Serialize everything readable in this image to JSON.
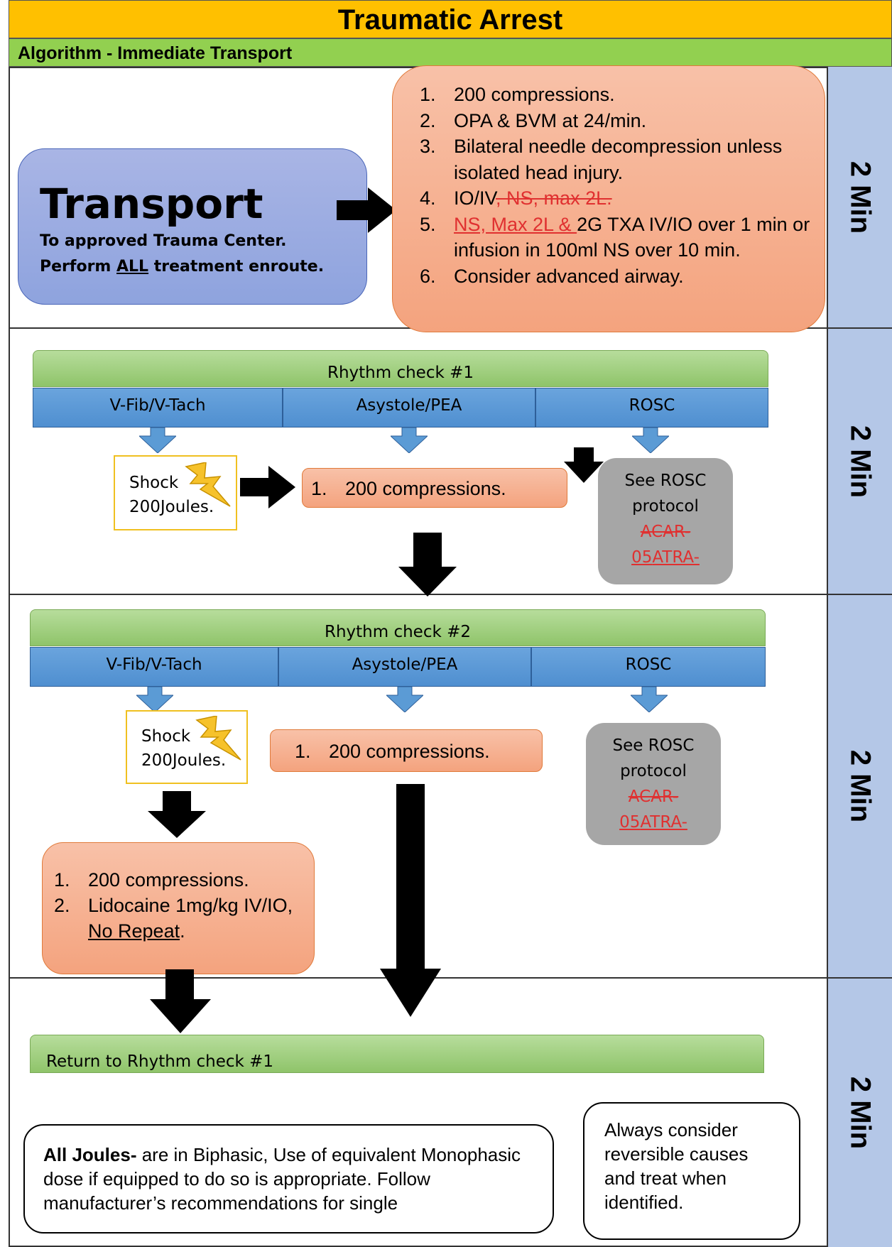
{
  "header": {
    "title": "Traumatic Arrest",
    "subtitle": "Algorithm - Immediate Transport"
  },
  "side_labels": [
    "2 Min",
    "2 Min",
    "2 Min",
    "2 Min"
  ],
  "transport": {
    "heading": "Transport",
    "line1": "To approved Trauma Center.",
    "line2_pre": "Perform ",
    "line2_ul": "ALL",
    "line2_post": " treatment enroute."
  },
  "steps": {
    "s1": "200 compressions.",
    "s2": "OPA & BVM at 24/min.",
    "s3": "Bilateral needle decompression unless isolated head injury.",
    "s4_a": "IO/IV",
    "s4_b": ", NS, max 2L.",
    "s5_a": "NS, Max 2L & ",
    "s5_b": "2G TXA IV/IO over 1 min or infusion in 100ml NS over 10 min.",
    "s6": "Consider advanced airway."
  },
  "check1": {
    "title": "Rhythm check #1",
    "cols": [
      "V-Fib/V-Tach",
      "Asystole/PEA",
      "ROSC"
    ],
    "shock": "Shock",
    "joules": "200Joules.",
    "comp": "200 compressions.",
    "rosc_1": "See ROSC",
    "rosc_2": "protocol",
    "rosc_3": "ACAR-",
    "rosc_4a": "05",
    "rosc_4b": "ATRA-"
  },
  "check2": {
    "title": "Rhythm check #2",
    "cols": [
      "V-Fib/V-Tach",
      "Asystole/PEA",
      "ROSC"
    ],
    "shock": "Shock",
    "joules": "200Joules.",
    "comp": "200 compressions.",
    "rosc_1": "See ROSC",
    "rosc_2": "protocol",
    "rosc_3": "ACAR-",
    "rosc_4a": "05",
    "rosc_4b": "ATRA-",
    "after_1": "200 compressions.",
    "after_2a": "Lidocaine 1mg/kg IV/IO, ",
    "after_2b": "No Repeat",
    "after_2c": "."
  },
  "return": {
    "label": "Return to Rhythm check #1"
  },
  "notes": {
    "joules_bold": "All Joules-",
    "joules_text": " are in Biphasic, Use of equivalent Monophasic dose if equipped to do so is appropriate. Follow manufacturer’s recommendations for single",
    "reversible": "Always consider reversible causes and treat when identified."
  }
}
